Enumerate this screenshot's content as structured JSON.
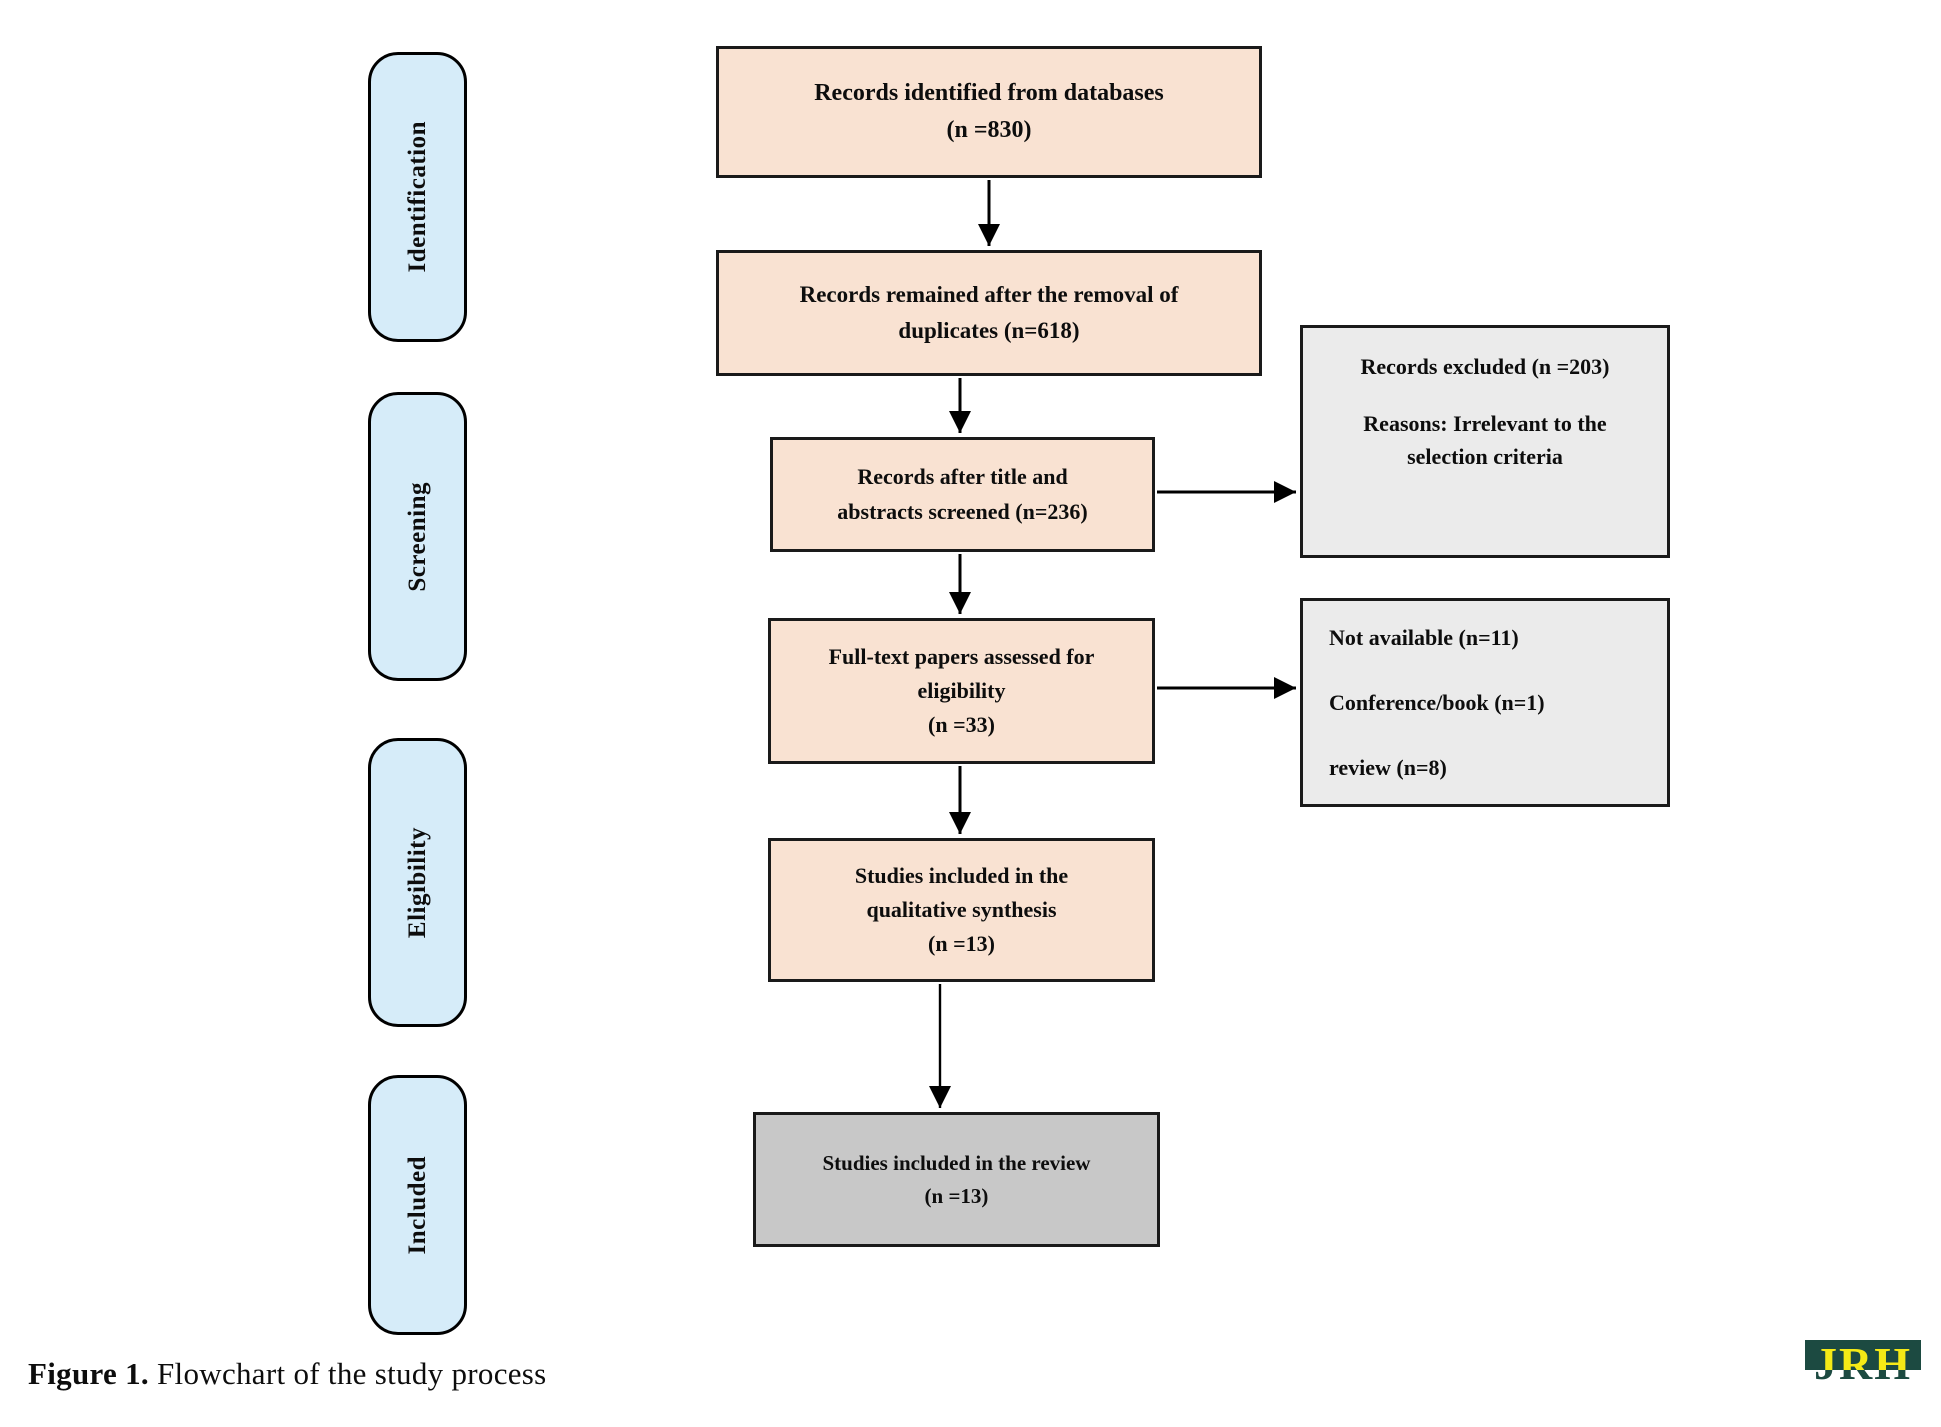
{
  "stages": {
    "identification": "Identification",
    "screening": "Screening",
    "eligibility": "Eligibility",
    "included": "Included"
  },
  "boxes": {
    "identified": {
      "line1": "Records identified from databases",
      "line2": "(n =830)"
    },
    "deduplicated": {
      "line1": "Records remained after the removal of",
      "line2": "duplicates (n=618)"
    },
    "screened": {
      "line1": "Records after title and",
      "line2": "abstracts screened (n=236)"
    },
    "fulltext": {
      "line1": "Full-text papers assessed for",
      "line2": "eligibility",
      "line3": "(n =33)"
    },
    "qualitative": {
      "line1": "Studies included in the",
      "line2": "qualitative synthesis",
      "line3": "(n =13)"
    },
    "review": {
      "line1": "Studies included in the review",
      "line2": "(n =13)"
    },
    "excluded": {
      "line1": "Records excluded (n =203)",
      "line2": "Reasons: Irrelevant to the",
      "line3": "selection criteria"
    },
    "fulltext_excluded": {
      "line1": "Not available (n=11)",
      "line2": "Conference/book (n=1)",
      "line3": "review (n=8)"
    }
  },
  "caption": {
    "figure_label": "Figure 1.",
    "title": " Flowchart of the study process"
  },
  "logo": {
    "text": "JRH"
  },
  "colors": {
    "flow_box_fill": "#f9e2d2",
    "stage_fill": "#d6ecf9",
    "side_box_fill": "#ebebeb",
    "final_box_fill": "#c8c8c8",
    "border": "#000000",
    "logo_green": "#1c4a41",
    "logo_yellow": "#f5ea16"
  }
}
